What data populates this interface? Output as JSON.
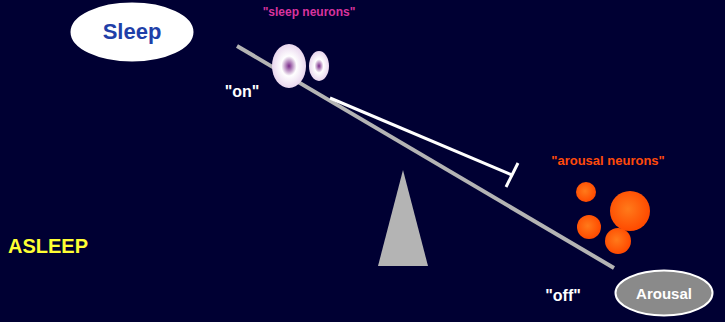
{
  "diagram": {
    "nodes": [
      {
        "text": [
          "Sleep"
        ]
      },
      {
        "text": [
          "Arousal"
        ]
      }
    ],
    "labels": [
      "\"sleep neurons\"",
      "\"on\"",
      "\"arousal neurons\"",
      "ASLEEP",
      "\"off\""
    ]
  }
}
